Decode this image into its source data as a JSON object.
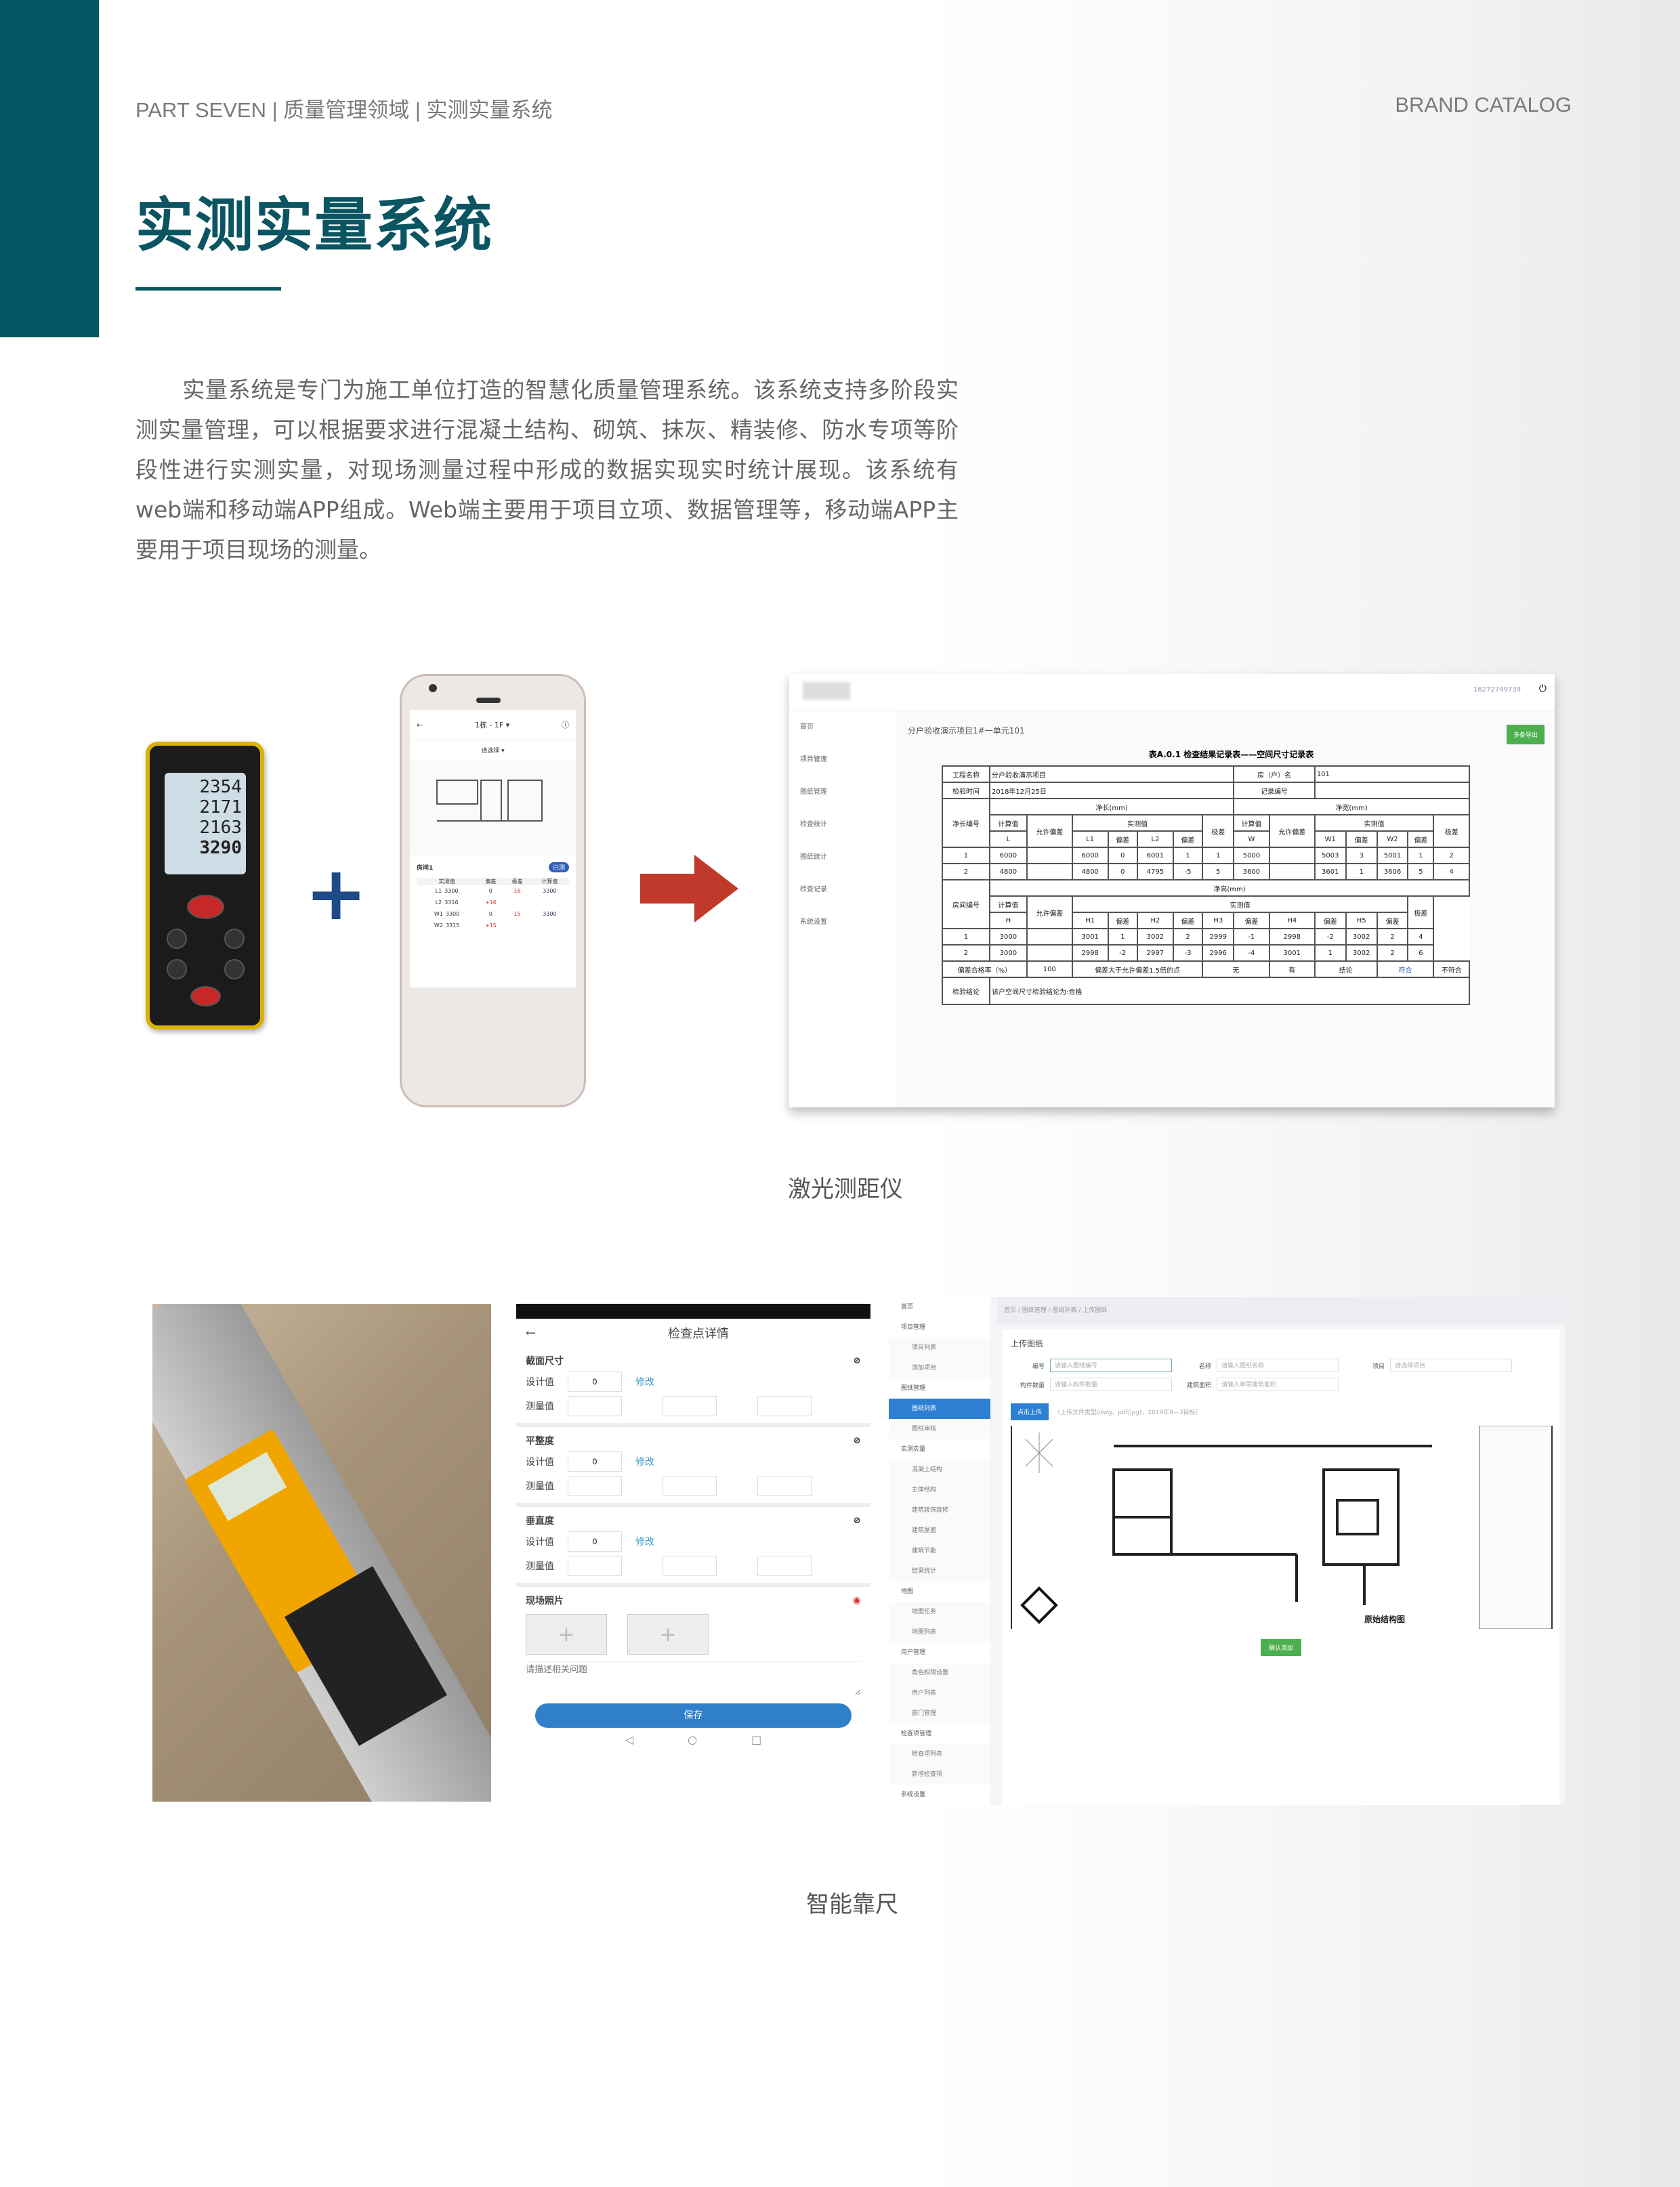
{
  "header": {
    "breadcrumb": "PART SEVEN | 质量管理领域 | 实测实量系统",
    "brand": "BRAND CATALOG",
    "title": "实测实量系统"
  },
  "intro": "实量系统是专门为施工单位打造的智慧化质量管理系统。该系统支持多阶段实测实量管理，可以根据要求进行混凝土结构、砌筑、抹灰、精装修、防水专项等阶段性进行实测实量，对现场测量过程中形成的数据实现实时统计展现。该系统有web端和移动端APP组成。Web端主要用于项目立项、数据管理等，移动端APP主要用于项目现场的测量。",
  "colors": {
    "brand": "#055563",
    "accent_green": "#4caf50",
    "accent_blue": "#2d7fd4",
    "arrow": "#c0392b"
  },
  "laser": {
    "readings": [
      "2354",
      "2171",
      "2163",
      "3290"
    ]
  },
  "phone1": {
    "title": "1栋 - 1F ▾",
    "select": "请选择 ▾",
    "room": "房间1",
    "badge": "已测",
    "cols": [
      "实测值",
      "偏差",
      "极差",
      "计算值"
    ],
    "rows": [
      [
        "L1",
        "3300",
        "0",
        "16",
        "3300"
      ],
      [
        "L2",
        "3316",
        "+16",
        "",
        ""
      ],
      [
        "W1",
        "3300",
        "0",
        "15",
        "3300"
      ],
      [
        "W2",
        "3315",
        "+15",
        "",
        ""
      ]
    ]
  },
  "web1": {
    "page_title": "分户验收演示项目1#一单元101",
    "export_btn": "多条导出",
    "user": "18272749739",
    "sidebar": [
      "首页",
      "项目管理",
      "图纸管理",
      "检查统计",
      "图纸统计",
      "检查记录",
      "系统设置"
    ],
    "table_title": "表A.0.1 检查结果记录表——空间尺寸记录表",
    "project_label": "工程名称",
    "project": "分户验收演示项目",
    "room_label": "房（户）名",
    "room": "101",
    "date_label": "检验时间",
    "date": "2018年12月25日",
    "record_label": "记录编号",
    "len_head": "净长(mm)",
    "wid_head": "净宽(mm)",
    "hgt_head": "净高(mm)",
    "no_label": "净长编号",
    "room_no_label": "房间编号",
    "calc": "计算值",
    "allow": "允许偏差",
    "meas": "实测值",
    "range": "极差",
    "dev": "偏差",
    "len_rows": [
      [
        "1",
        "6000",
        "",
        "6000",
        "0",
        "6001",
        "1",
        "1",
        "5000",
        "",
        "5003",
        "3",
        "5001",
        "1",
        "2"
      ],
      [
        "2",
        "4800",
        "",
        "4800",
        "0",
        "4795",
        "-5",
        "5",
        "3600",
        "",
        "3601",
        "1",
        "3606",
        "5",
        "4"
      ]
    ],
    "hgt_rows": [
      [
        "1",
        "3000",
        "",
        "3001",
        "1",
        "3002",
        "2",
        "2999",
        "-1",
        "2998",
        "-2",
        "3002",
        "2",
        "4"
      ],
      [
        "2",
        "3000",
        "",
        "2998",
        "-2",
        "2997",
        "-3",
        "2996",
        "-4",
        "3001",
        "1",
        "3002",
        "2",
        "6"
      ]
    ],
    "pass_label": "偏差合格率（%）",
    "pass": "100",
    "over_label": "偏差大于允许偏差1.5倍的点",
    "yes": "有",
    "no": "无",
    "concl_label": "结论",
    "ok": "符合",
    "notok": "不符合",
    "final_label": "检验结论",
    "final": "该户空间尺寸检验结论为:合格"
  },
  "caption1": "激光测距仪",
  "mobile2": {
    "title": "检查点详情",
    "sections": [
      "截面尺寸",
      "平整度",
      "垂直度"
    ],
    "design_label": "设计值",
    "design_value": "0",
    "edit": "修改",
    "measure_label": "测量值",
    "photos": "现场照片",
    "placeholder": "请描述相关问题",
    "save": "保存"
  },
  "web2": {
    "breadcrumb": "首页 / 图纸管理 / 图纸列表 / 上传图纸",
    "page_title": "上传图纸",
    "sidebar": [
      {
        "t": "首页"
      },
      {
        "t": "项目管理"
      },
      {
        "t": "项目列表",
        "s": 1
      },
      {
        "t": "添加项目",
        "s": 1
      },
      {
        "t": "图纸管理"
      },
      {
        "t": "图纸列表",
        "s": 1,
        "a": 1
      },
      {
        "t": "图纸审核",
        "s": 1
      },
      {
        "t": "实测实量"
      },
      {
        "t": "混凝土结构",
        "s": 1
      },
      {
        "t": "主体结构",
        "s": 1
      },
      {
        "t": "建筑装饰装修",
        "s": 1
      },
      {
        "t": "建筑屋面",
        "s": 1
      },
      {
        "t": "建筑节能",
        "s": 1
      },
      {
        "t": "结果统计",
        "s": 1
      },
      {
        "t": "地图"
      },
      {
        "t": "地图任务",
        "s": 1
      },
      {
        "t": "地图列表",
        "s": 1
      },
      {
        "t": "用户管理"
      },
      {
        "t": "角色权限设置",
        "s": 1
      },
      {
        "t": "用户列表",
        "s": 1
      },
      {
        "t": "部门管理",
        "s": 1
      },
      {
        "t": "检查项管理"
      },
      {
        "t": "检查项列表",
        "s": 1
      },
      {
        "t": "新增检查项",
        "s": 1
      },
      {
        "t": "系统设置"
      }
    ],
    "f_code": "编号",
    "f_code_ph": "请输入图纸编号",
    "f_name": "名称",
    "f_name_ph": "请输入图纸名称",
    "f_proj": "项目",
    "f_proj_ph": "请选择项目",
    "f_count": "构件数量",
    "f_count_ph": "请输入构件数量",
    "f_area": "建筑面积",
    "f_area_ph": "请输入单层建筑面积",
    "upload": "点击上传",
    "hint": "（上传文件类型(dwg、pdf/jpg)，2019年8—3目标）",
    "drawing_title": "原始结构图",
    "confirm": "确认添加"
  },
  "caption2": "智能靠尺"
}
